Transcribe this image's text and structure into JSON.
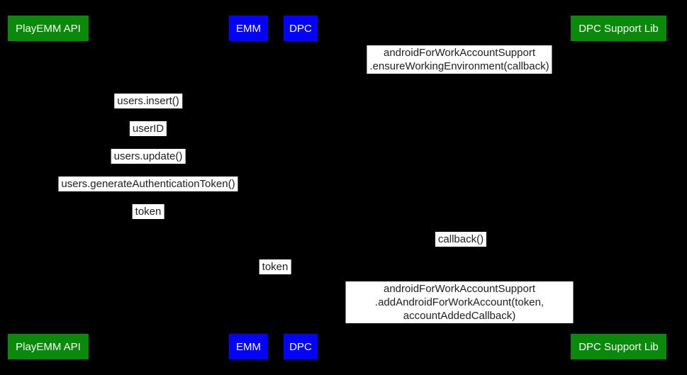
{
  "diagram": {
    "type": "sequence-diagram",
    "colors": {
      "background": "#000000",
      "actor_green": "#0a8a0a",
      "actor_blue": "#0402ff",
      "actor_text": "#ffffff",
      "message_background": "#ffffff",
      "message_text": "#212121"
    },
    "actors": [
      {
        "label": "PlayEMM API",
        "color": "#0a8a0a"
      },
      {
        "label": "EMM",
        "color": "#0402ff"
      },
      {
        "label": "DPC",
        "color": "#0402ff"
      },
      {
        "label": "DPC Support Lib",
        "color": "#0a8a0a"
      }
    ],
    "messages": [
      {
        "text": "androidForWorkAccountSupport\n.ensureWorkingEnvironment(callback)",
        "from": "DPC",
        "to": "DPC Support Lib"
      },
      {
        "text": "users.insert()",
        "from": "EMM",
        "to": "PlayEMM API"
      },
      {
        "text": "userID",
        "from": "PlayEMM API",
        "to": "EMM"
      },
      {
        "text": "users.update()",
        "from": "EMM",
        "to": "PlayEMM API"
      },
      {
        "text": "users.generateAuthenticationToken()",
        "from": "EMM",
        "to": "PlayEMM API"
      },
      {
        "text": "token",
        "from": "PlayEMM API",
        "to": "EMM"
      },
      {
        "text": "callback()",
        "from": "DPC Support Lib",
        "to": "DPC"
      },
      {
        "text": "token",
        "from": "EMM",
        "to": "DPC"
      },
      {
        "text": "androidForWorkAccountSupport\n.addAndroidForWorkAccount(token, accountAddedCallback)",
        "from": "DPC",
        "to": "DPC Support Lib"
      }
    ]
  }
}
